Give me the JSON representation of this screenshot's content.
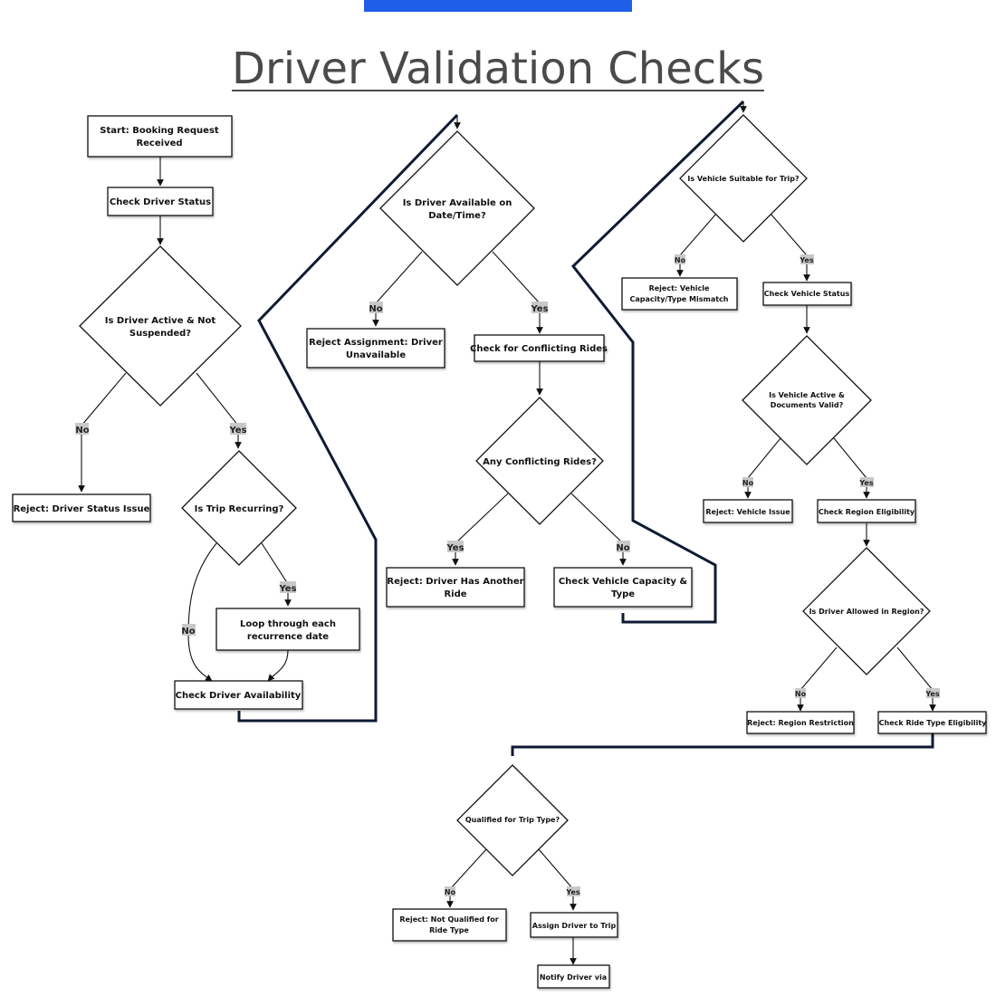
{
  "title": "Driver Validation Checks",
  "colors": {
    "accent_bar": "#1f5fe8",
    "line": "#111111",
    "connector": "#0f1a33",
    "edge_label_bg": "#c8c8c8"
  },
  "nodes": {
    "start": [
      "Start: Booking Request",
      "Received"
    ],
    "check_driver_status": [
      "Check Driver Status"
    ],
    "is_driver_active": [
      "Is Driver Active & Not",
      "Suspended?"
    ],
    "reject_driver_status": [
      "Reject: Driver Status Issue"
    ],
    "is_trip_recurring": [
      "Is Trip Recurring?"
    ],
    "loop_recurrence": [
      "Loop through each",
      "recurrence date"
    ],
    "check_driver_availability": [
      "Check Driver Availability"
    ],
    "is_driver_available": [
      "Is Driver Available on",
      "Date/Time?"
    ],
    "reject_unavailable": [
      "Reject Assignment: Driver",
      "Unavailable"
    ],
    "check_conflicting": [
      "Check for Conflicting Rides"
    ],
    "any_conflicting": [
      "Any Conflicting Rides?"
    ],
    "reject_another_ride": [
      "Reject: Driver Has Another",
      "Ride"
    ],
    "check_vehicle_capacity": [
      "Check Vehicle Capacity &",
      "Type"
    ],
    "is_vehicle_suitable": [
      "Is Vehicle Suitable for Trip?"
    ],
    "reject_vehicle_capacity": [
      "Reject: Vehicle",
      "Capacity/Type Mismatch"
    ],
    "check_vehicle_status": [
      "Check Vehicle Status"
    ],
    "is_vehicle_active": [
      "Is Vehicle Active &",
      "Documents Valid?"
    ],
    "reject_vehicle_issue": [
      "Reject: Vehicle Issue"
    ],
    "check_region": [
      "Check Region Eligibility"
    ],
    "is_driver_allowed_region": [
      "Is Driver Allowed in Region?"
    ],
    "reject_region": [
      "Reject: Region Restriction"
    ],
    "check_ride_type": [
      "Check Ride Type Eligibility"
    ],
    "qualified_trip_type": [
      "Qualified for Trip Type?"
    ],
    "reject_not_qualified": [
      "Reject: Not Qualified for",
      "Ride Type"
    ],
    "assign_driver": [
      "Assign Driver to Trip"
    ],
    "notify_driver": [
      "Notify Driver via"
    ]
  },
  "edge_labels": {
    "no_active": "No",
    "yes_active": "Yes",
    "yes_recurring": "Yes",
    "no_recurring": "No",
    "no_available": "No",
    "yes_available": "Yes",
    "yes_conflict": "Yes",
    "no_conflict": "No",
    "no_suitable": "No",
    "yes_suitable": "Yes",
    "no_vehicle_active": "No",
    "yes_vehicle_active": "Yes",
    "no_region": "No",
    "yes_region": "Yes",
    "no_qualified": "No",
    "yes_qualified": "Yes"
  }
}
